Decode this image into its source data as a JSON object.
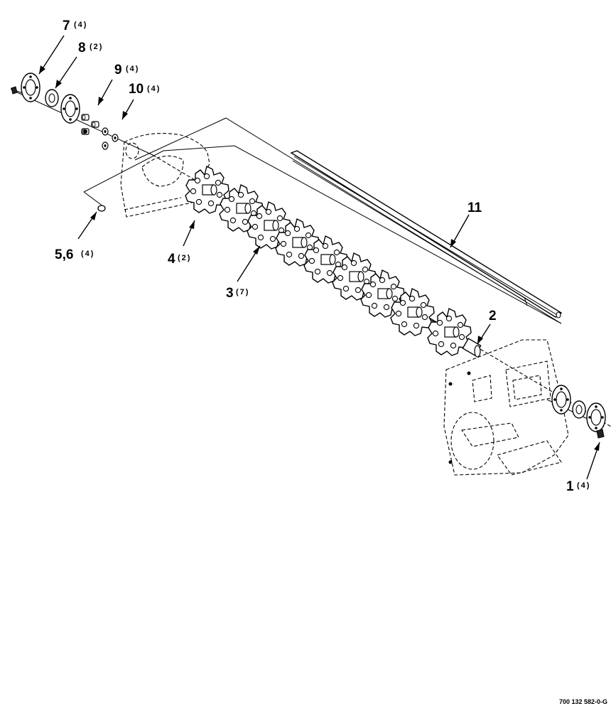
{
  "callouts": {
    "c1": {
      "num": "1",
      "qty": "(4)"
    },
    "c2": {
      "num": "2",
      "qty": ""
    },
    "c3": {
      "num": "3",
      "qty": "(7)"
    },
    "c4": {
      "num": "4",
      "qty": "(2)"
    },
    "c56": {
      "num": "5,6",
      "qty": "(4)"
    },
    "c7": {
      "num": "7",
      "qty": "(4)"
    },
    "c8": {
      "num": "8",
      "qty": "(2)"
    },
    "c9": {
      "num": "9",
      "qty": "(4)"
    },
    "c10": {
      "num": "10",
      "qty": "(4)"
    },
    "c11": {
      "num": "11",
      "qty": ""
    }
  },
  "drawing_number": "700 132 582-0-G"
}
